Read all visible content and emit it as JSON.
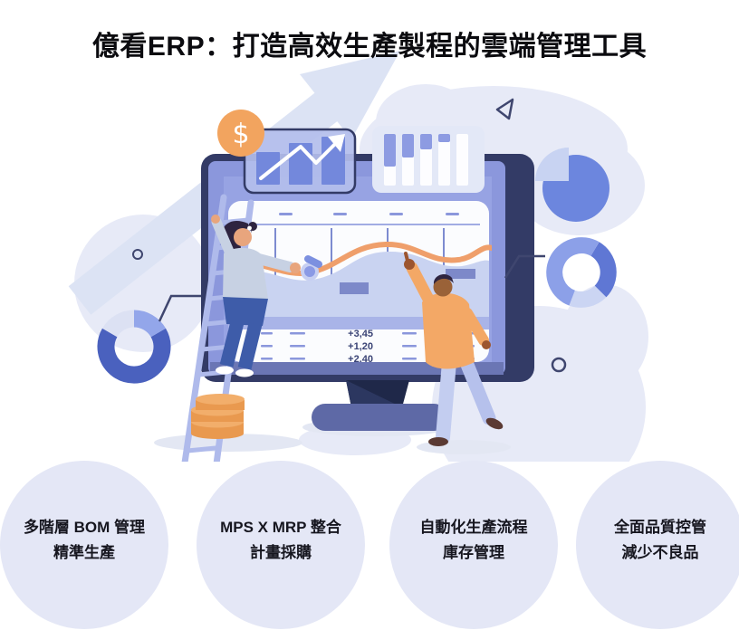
{
  "header": {
    "title": "億看ERP：打造高效生產製程的雲端管理工具"
  },
  "illustration": {
    "coin_symbol": "$",
    "screen_values": [
      "+3,45",
      "+1,20",
      "+2,40"
    ]
  },
  "features": [
    {
      "line1": "多階層 BOM 管理",
      "line2": "精準生產"
    },
    {
      "line1": "MPS X MRP 整合",
      "line2": "計畫採購"
    },
    {
      "line1": "自動化生產流程",
      "line2": "庫存管理"
    },
    {
      "line1": "全面品質控管",
      "line2": "減少不良品"
    }
  ],
  "colors": {
    "title_color": "#0B0B0F",
    "text_dark": "#16161F",
    "feature_circle_bg": "#E4E7F6",
    "accent_orange": "#F2A45F",
    "line_orange": "#EF9F6B",
    "periwinkle": "#8B97DC",
    "screen_blue": "#97A3E3",
    "navy": "#333B66",
    "navy_line": "#3F466F",
    "mid_blue": "#6C86DE",
    "deep_blue": "#4A61BE",
    "light_lavender": "#E7EAF7",
    "arrow_lavender": "#DCE3F4",
    "table_text": "#3A4375"
  }
}
